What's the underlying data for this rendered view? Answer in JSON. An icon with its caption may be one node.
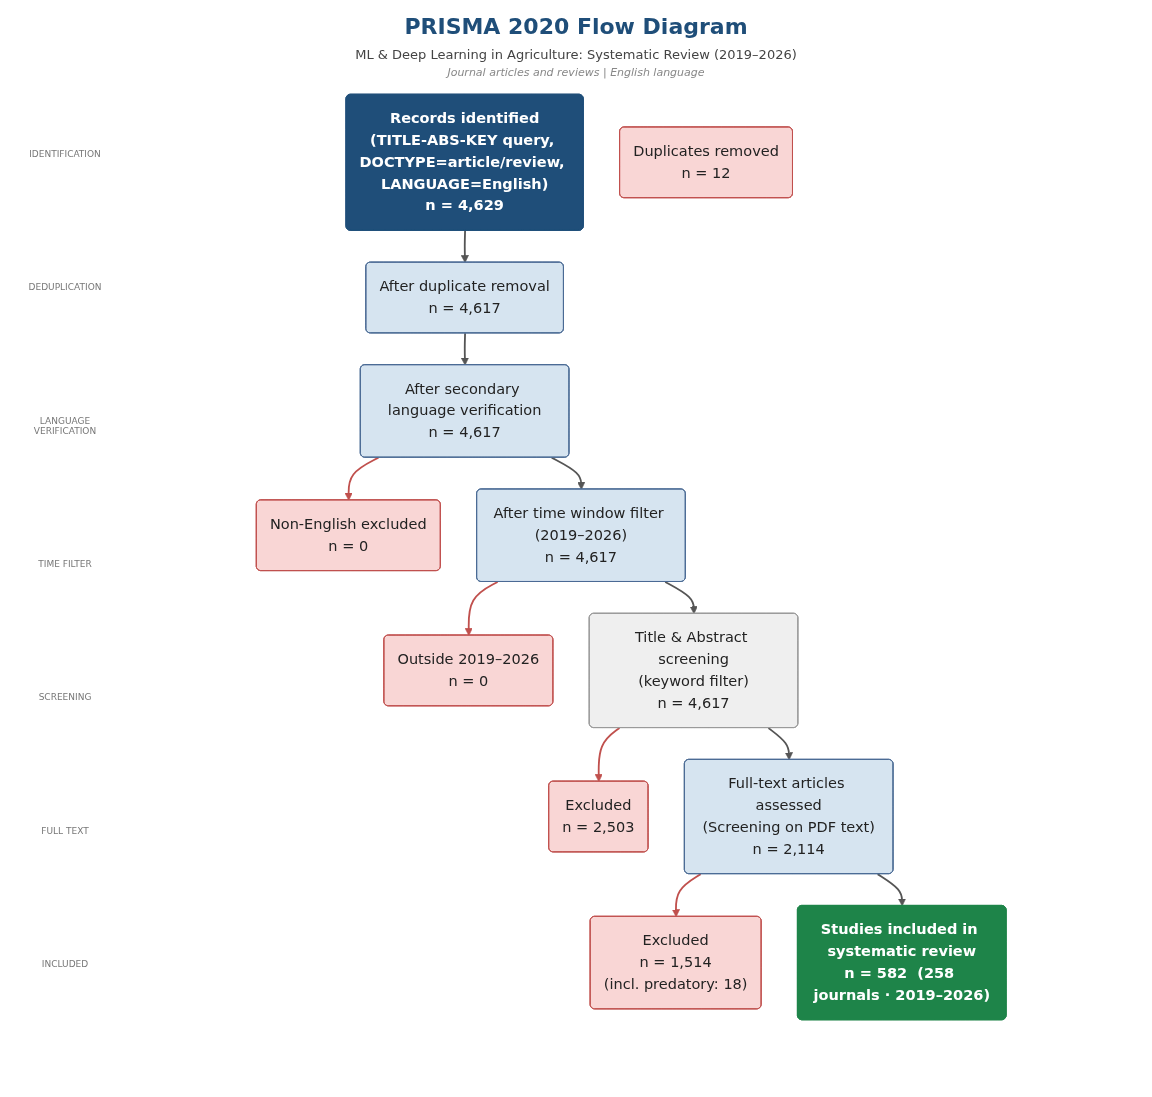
{
  "diagram": {
    "title": "PRISMA 2020 Flow Diagram",
    "caption": "ML & Deep Learning in Agriculture: Systematic Review (2019–2026)",
    "nodes": [
      {
        "text": [
          "Records identified",
          "(TITLE-ABS-KEY query, DOCTYPE=article/review, LANGUAGE=English)",
          "n = 4,629"
        ]
      },
      {
        "text": [
          "Duplicates removed",
          "n = 12"
        ]
      },
      {
        "text": [
          "After duplicate removal",
          "n = 4,617"
        ]
      },
      {
        "text": [
          "After secondary language verification",
          "n = 4,617"
        ]
      },
      {
        "text": [
          "Non-English excluded",
          "n = 0"
        ]
      },
      {
        "text": [
          "After time window filter (2019–2026)",
          "n = 4,617"
        ]
      },
      {
        "text": [
          "Outside 2019–2026",
          "n = 0"
        ]
      },
      {
        "text": [
          "Title & Abstract screening",
          "(keyword filter)",
          "n = 4,617"
        ]
      },
      {
        "text": [
          "Excluded",
          "n = 2,503"
        ]
      },
      {
        "text": [
          "Full-text articles assessed",
          "(Screening on PDF text)",
          "n = 2,114"
        ]
      },
      {
        "text": [
          "Excluded",
          "n = 1,514",
          "(incl. predatory: 18)"
        ]
      },
      {
        "text": [
          "Studies included in systematic review",
          "n = 582  (258 journals · 2019–2026)"
        ]
      }
    ],
    "edges": [
      {
        "from": 0,
        "to": 2,
        "arrow": "to"
      },
      {
        "from": 2,
        "to": 3,
        "arrow": "to"
      },
      {
        "from": 3,
        "to": 4,
        "arrow": "to",
        "color": "#c0504d"
      },
      {
        "from": 3,
        "to": 5,
        "arrow": "to"
      },
      {
        "from": 5,
        "to": 6,
        "arrow": "to",
        "color": "#c0504d"
      },
      {
        "from": 5,
        "to": 7,
        "arrow": "to"
      },
      {
        "from": 7,
        "to": 8,
        "arrow": "to",
        "color": "#c0504d"
      },
      {
        "from": 7,
        "to": 9,
        "arrow": "to"
      },
      {
        "from": 9,
        "to": 10,
        "arrow": "to",
        "color": "#c0504d"
      },
      {
        "from": 9,
        "to": 11,
        "arrow": "to"
      }
    ],
    "labels": [
      "Journal articles and reviews | English language",
      "IDENTIFICATION",
      "DEDUPLICATION",
      "LANGUAGE VERIFICATION",
      "TIME FILTER",
      "SCREENING",
      "FULL TEXT",
      "INCLUDED"
    ]
  }
}
